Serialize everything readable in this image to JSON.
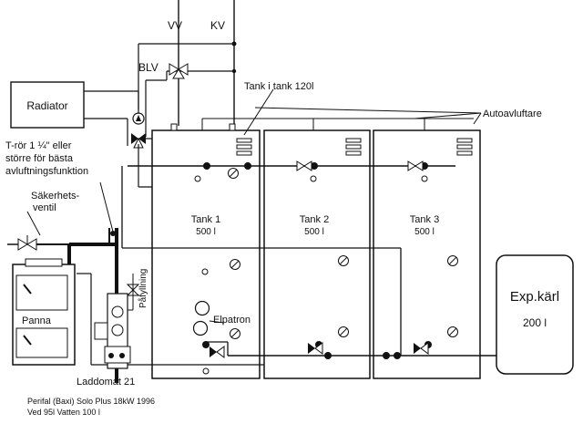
{
  "labels": {
    "vv": "VV",
    "kv": "KV",
    "blv": "BLV",
    "radiator": "Radiator",
    "tank_i_tank": "Tank i tank 120l",
    "autoavluftare": "Autoavluftare",
    "trör_line1": "T-rör 1 ¼\" eller",
    "trör_line2": "större för bästa",
    "trör_line3": "avluftningsfunktion",
    "sakerhet_line1": "Säkerhets-",
    "sakerhet_line2": "ventil",
    "pafyllning": "Påfyllning",
    "elpatron": "Elpatron",
    "panna": "Panna",
    "laddomat": "Laddomat 21",
    "footer_line1": "Perifal (Baxi) Solo Plus 18kW 1996",
    "footer_line2": "Ved 95l  Vatten 100 l"
  },
  "tanks": [
    {
      "name": "Tank 1",
      "volume": "500 l"
    },
    {
      "name": "Tank 2",
      "volume": "500 l"
    },
    {
      "name": "Tank 3",
      "volume": "500 l"
    }
  ],
  "expansion": {
    "name": "Exp.kärl",
    "volume": "200 l"
  }
}
